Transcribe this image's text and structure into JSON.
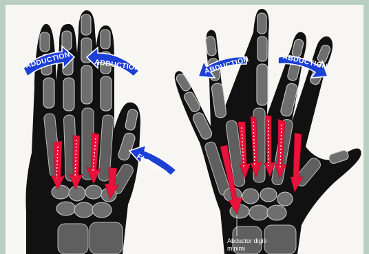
{
  "arrows": {
    "left_abduction_1": "ADDUCTION",
    "left_abduction_2": "ADDUCTION",
    "left_flexion": "FLEXION",
    "right_abduction_1": "ABDUCTION",
    "right_abduction_2": "ABDUCTION"
  },
  "labels": {
    "abductor_line1": "Abductor digiti",
    "abductor_line2": "minimi"
  },
  "colors": {
    "background": "#b9cfc1",
    "paper": "#f7f6f2",
    "hand": "#111111",
    "bone": "#6e6e6e",
    "muscle": "#e8123a",
    "arrow": "#1c3fd6"
  }
}
